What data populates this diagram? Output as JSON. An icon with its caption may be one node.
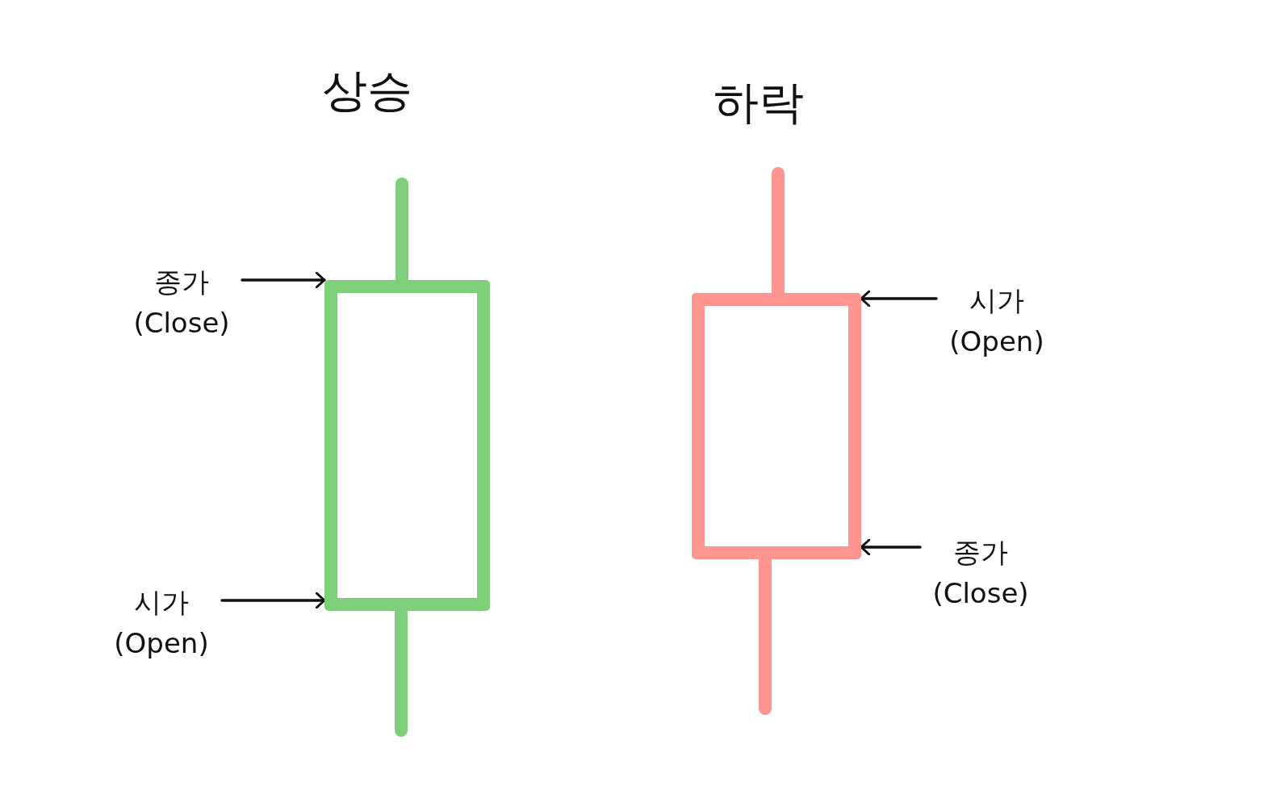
{
  "diagram": {
    "nodes": [
      {
        "text": [],
        "shape": "box"
      },
      {
        "text": [
          "종가 (Close)"
        ]
      },
      {
        "text": [
          "시가 (Open)"
        ]
      },
      {
        "text": [],
        "shape": "box"
      },
      {
        "text": [
          "시가 (Open)"
        ]
      },
      {
        "text": [
          "종가 (Close)"
        ]
      }
    ],
    "edges": [
      {
        "from": 1,
        "to": 0,
        "arrow": "to"
      },
      {
        "from": 2,
        "to": 0,
        "arrow": "to"
      },
      {
        "from": 4,
        "to": 3,
        "arrow": "to"
      },
      {
        "from": 5,
        "to": 3,
        "arrow": "to"
      }
    ],
    "labels": [
      "상승",
      "하락"
    ]
  }
}
